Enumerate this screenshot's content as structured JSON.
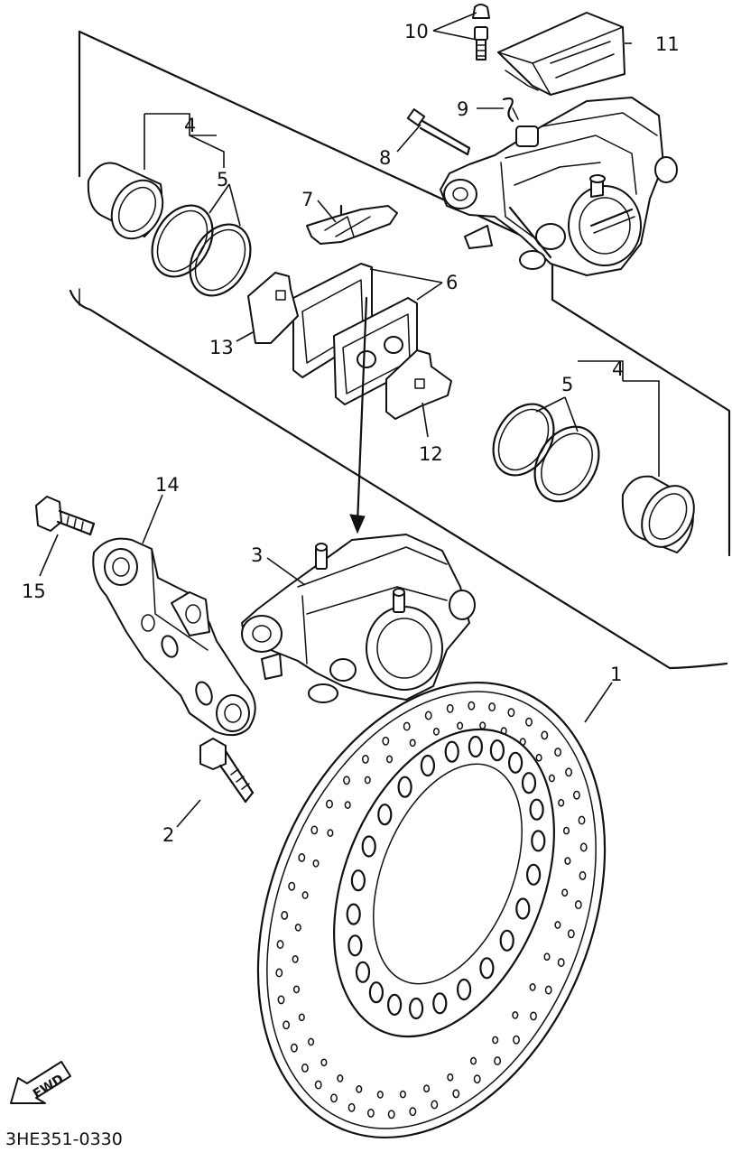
{
  "callouts": {
    "c1": "1",
    "c2": "2",
    "c3": "3",
    "c4a": "4",
    "c4b": "4",
    "c5a": "5",
    "c5b": "5",
    "c6": "6",
    "c7": "7",
    "c8": "8",
    "c9": "9",
    "c10": "10",
    "c11": "11",
    "c12": "12",
    "c13": "13",
    "c14": "14",
    "c15": "15"
  },
  "fwd_label": "FWD",
  "diagram_code": "3HE351-0330"
}
